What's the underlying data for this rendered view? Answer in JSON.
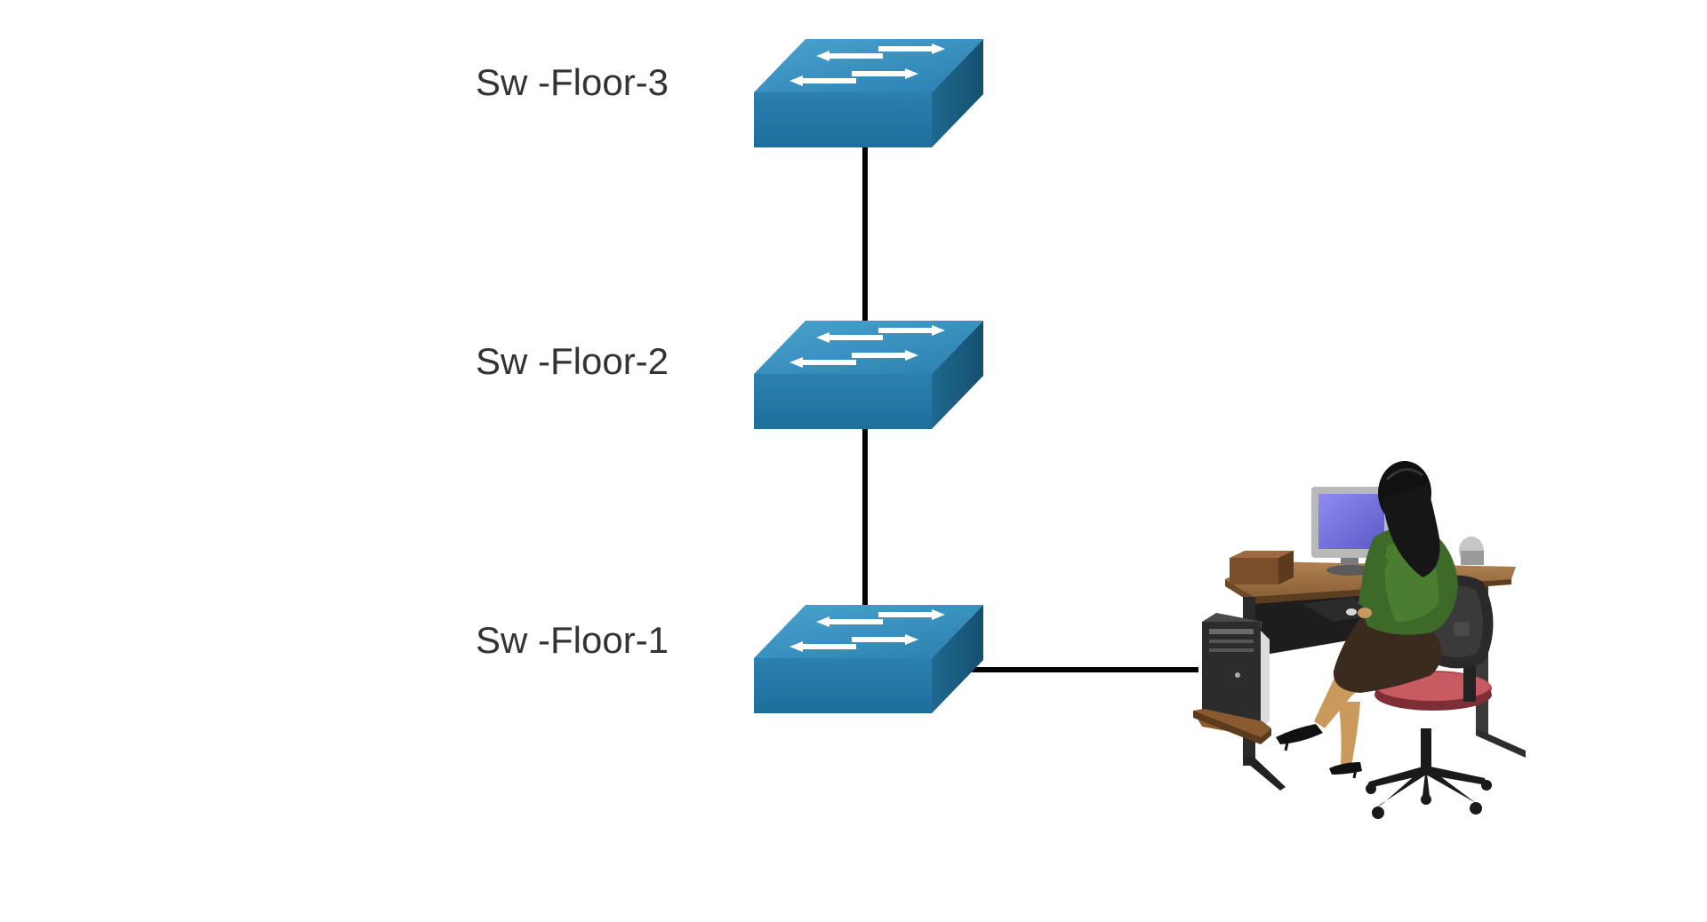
{
  "switches": [
    {
      "id": "sw-floor-3",
      "label": "Sw -Floor-3",
      "icon": "layer2-switch-icon"
    },
    {
      "id": "sw-floor-2",
      "label": "Sw -Floor-2",
      "icon": "layer2-switch-icon"
    },
    {
      "id": "sw-floor-1",
      "label": "Sw -Floor-1",
      "icon": "layer2-switch-icon"
    }
  ],
  "links": [
    {
      "from": "sw-floor-3",
      "to": "sw-floor-2"
    },
    {
      "from": "sw-floor-2",
      "to": "sw-floor-1"
    },
    {
      "from": "sw-floor-1",
      "to": "workstation"
    }
  ],
  "workstation": {
    "icon": "user-at-workstation-icon"
  },
  "colors": {
    "switch_top": "#2f86b5",
    "switch_front": "#2479a8",
    "switch_side": "#1c5e86",
    "link": "#000000",
    "label": "#333333"
  }
}
